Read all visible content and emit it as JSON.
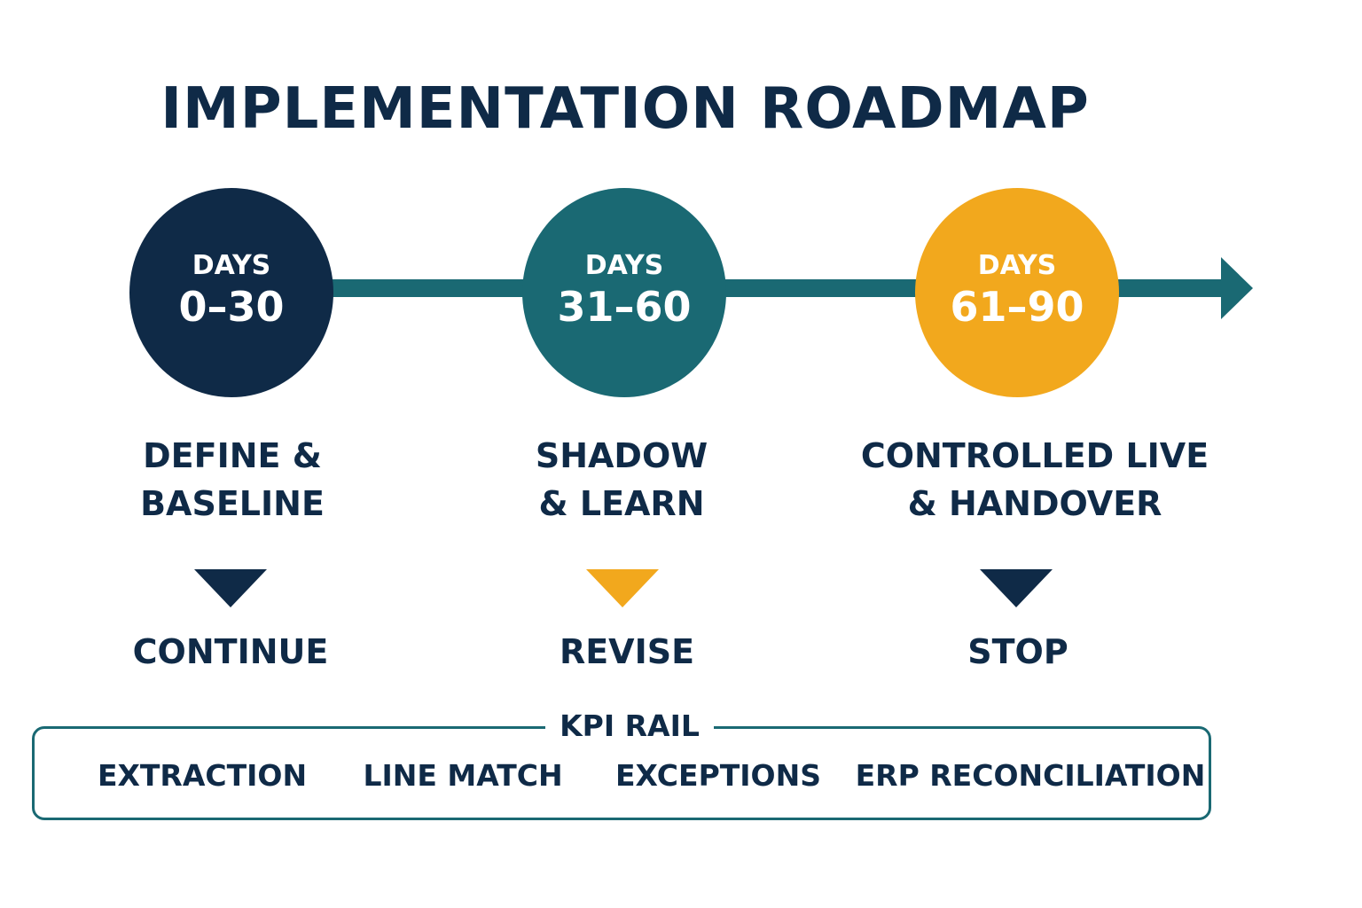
{
  "title": "IMPLEMENTATION ROADMAP",
  "colors": {
    "navy": "#0f2a47",
    "teal": "#1a6973",
    "gold": "#f2a81d",
    "background": "#ffffff"
  },
  "phases": [
    {
      "label": "DAYS",
      "range": "0–30",
      "name_line1": "DEFINE &",
      "name_line2": "BASELINE",
      "decision": "CONTINUE",
      "circle_color": "#0f2a47",
      "marker_color": "#0f2a47"
    },
    {
      "label": "DAYS",
      "range": "31–60",
      "name_line1": "SHADOW",
      "name_line2": "& LEARN",
      "decision": "REVISE",
      "circle_color": "#1a6973",
      "marker_color": "#f2a81d"
    },
    {
      "label": "DAYS",
      "range": "61–90",
      "name_line1": "CONTROLLED LIVE",
      "name_line2": "& HANDOVER",
      "decision": "STOP",
      "circle_color": "#f2a81d",
      "marker_color": "#0f2a47"
    }
  ],
  "kpi_rail": {
    "title": "KPI RAIL",
    "items": [
      "EXTRACTION",
      "LINE MATCH",
      "EXCEPTIONS",
      "ERP RECONCILIATION"
    ]
  }
}
